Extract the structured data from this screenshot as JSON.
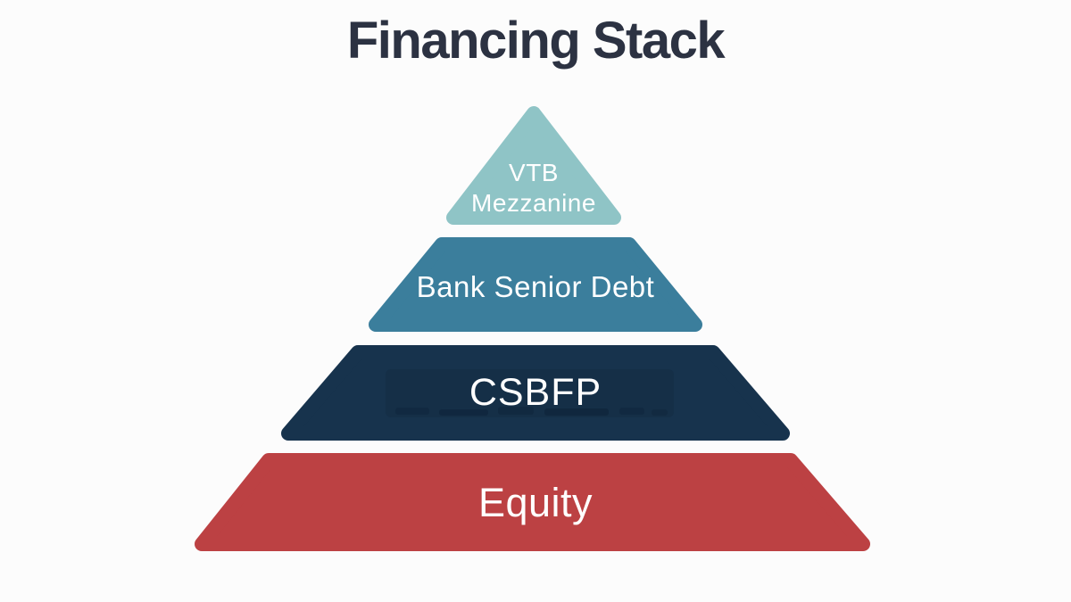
{
  "title": "Financing Stack",
  "colors": {
    "background": "#fcfcfc",
    "title_text": "#2c3242",
    "label_text": "#ffffff",
    "tier1_fill": "#8fc4c6",
    "tier2_fill": "#3b7e9c",
    "tier3_fill": "#17334d",
    "tier3_patch": "#152f47",
    "tier3_redaction_mark": "#0c2036",
    "tier4_fill": "#bc4143"
  },
  "pyramid": {
    "tier1": {
      "line1": "VTB",
      "line2": "Mezzanine"
    },
    "tier2": {
      "label": "Bank Senior Debt"
    },
    "tier3": {
      "label": "CSBFP"
    },
    "tier4": {
      "label": "Equity"
    }
  }
}
